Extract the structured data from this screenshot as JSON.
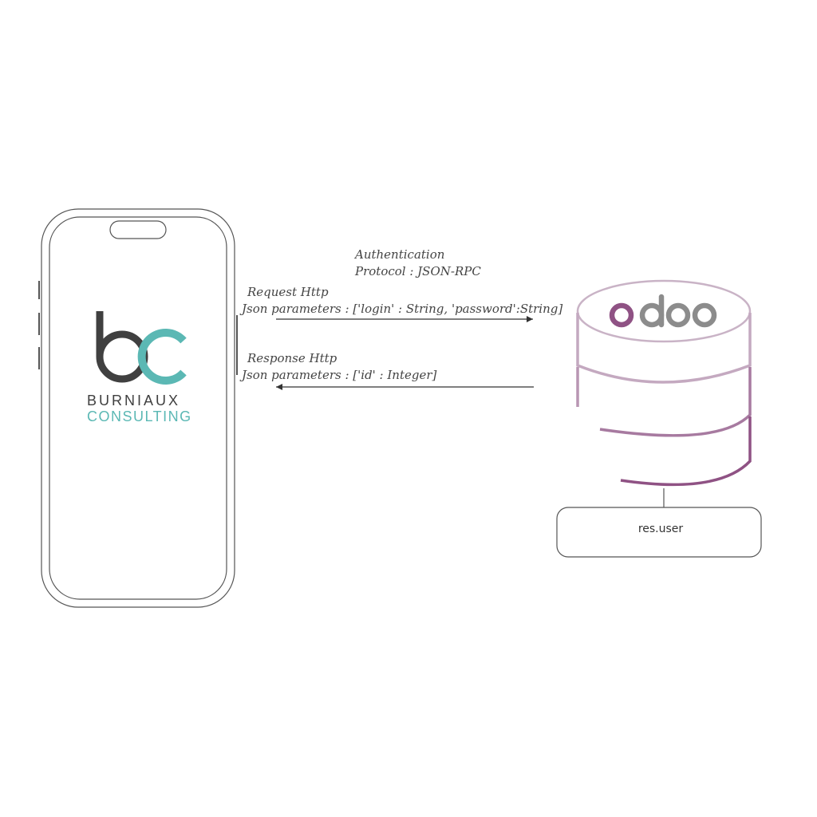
{
  "title": {
    "line1": "Authentication",
    "line2": "Protocol : JSON-RPC"
  },
  "request": {
    "label": "Request Http",
    "params": "Json parameters : ['login' : String, 'password':String]"
  },
  "response": {
    "label": "Response Http",
    "params": "Json parameters : ['id' : Integer]"
  },
  "phone": {
    "logo_brand": "bc",
    "logo_line1": "BURNIAUX",
    "logo_line2": "CONSULTING",
    "colors": {
      "dark": "#404040",
      "teal": "#5bb8b4"
    }
  },
  "server": {
    "logo": "odoo",
    "colors": {
      "purple": "#8f5284",
      "grey": "#8c8c8c",
      "band": "#a77aa0"
    }
  },
  "model_box": {
    "label": "res.user"
  }
}
